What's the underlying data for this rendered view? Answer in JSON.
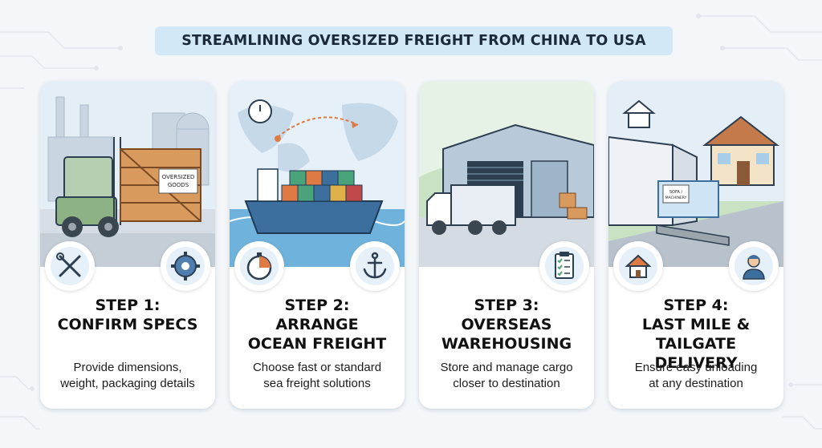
{
  "banner": {
    "title": "STREAMLINING OVERSIZED FREIGHT FROM CHINA TO USA"
  },
  "steps": [
    {
      "title": "STEP 1:\nCONFIRM SPECS",
      "description": "Provide dimensions,\nweight, packaging details",
      "crate_label": "OVERSIZED\nGOODS",
      "icons": [
        "wrench-screwdriver-icon",
        "gear-icon"
      ]
    },
    {
      "title": "STEP 2:\nARRANGE\nOCEAN FREIGHT",
      "description": "Choose fast or standard\nsea freight solutions",
      "icons": [
        "stopwatch-icon",
        "anchor-icon"
      ]
    },
    {
      "title": "STEP 3:\nOVERSEAS\nWAREHOUSING",
      "description": "Store and manage cargo\ncloser to destination",
      "icons": [
        "clipboard-checklist-icon"
      ]
    },
    {
      "title": "STEP 4:\nLAST MILE &\nTAILGATE DELIVERY",
      "description": "Ensure easy unloading\nat any destination",
      "package_label": "SOFA / MACHINERY",
      "icons": [
        "house-icon",
        "delivery-person-icon"
      ]
    }
  ],
  "colors": {
    "banner_bg": "#d3e8f6",
    "card_bg": "#ffffff",
    "accent_blue": "#3d6f9e",
    "accent_orange": "#e07a45",
    "text_dark": "#111111"
  }
}
